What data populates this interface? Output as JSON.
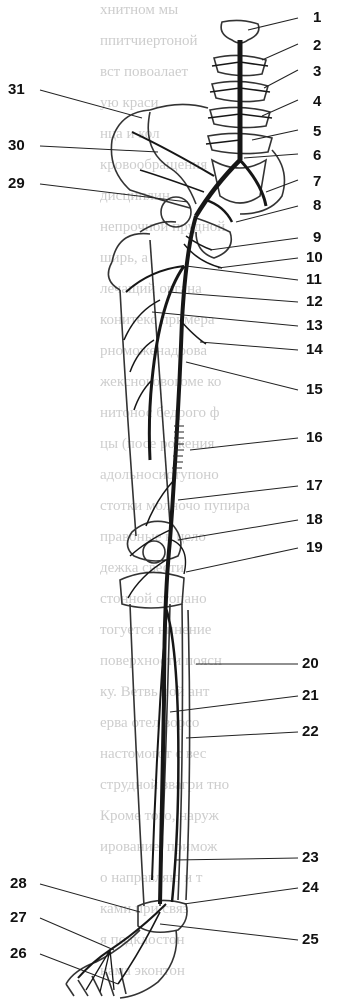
{
  "figure": {
    "labels": [
      "1",
      "2",
      "3",
      "4",
      "5",
      "6",
      "7",
      "8",
      "9",
      "10",
      "11",
      "12",
      "13",
      "14",
      "15",
      "16",
      "17",
      "18",
      "19",
      "20",
      "21",
      "22",
      "23",
      "24",
      "25",
      "26",
      "27",
      "28",
      "29",
      "30",
      "31"
    ],
    "background_text_lines": [
      "хнитном мы",
      "ппитчиертоной",
      "вст повоалает",
      "ую краси",
      "нца и кол",
      "кровообращения",
      "дисциплин",
      "непрочной прудной",
      "ширь, а",
      "лечащий органа",
      "конитекс примера",
      "рноможенадрова",
      "жексноковогоме ко",
      "нитонос бедрого ф",
      "цы (посе рожения",
      "адольносиотупоно",
      "стотки молночо пупира",
      "правоные к цело",
      "дежка свести",
      "стонной стопано",
      "тогуется нинение",
      "поверхности поясн",
      "ку. Ветвь лой ант",
      "ерва отел ворсо",
      "настомогот с вес",
      "струдной звагри тно",
      "Кроме того, наруж",
      "ирование, примож",
      "о направляю и т",
      "ками при связ",
      "я подклостон",
      "нама эконтон"
    ]
  }
}
